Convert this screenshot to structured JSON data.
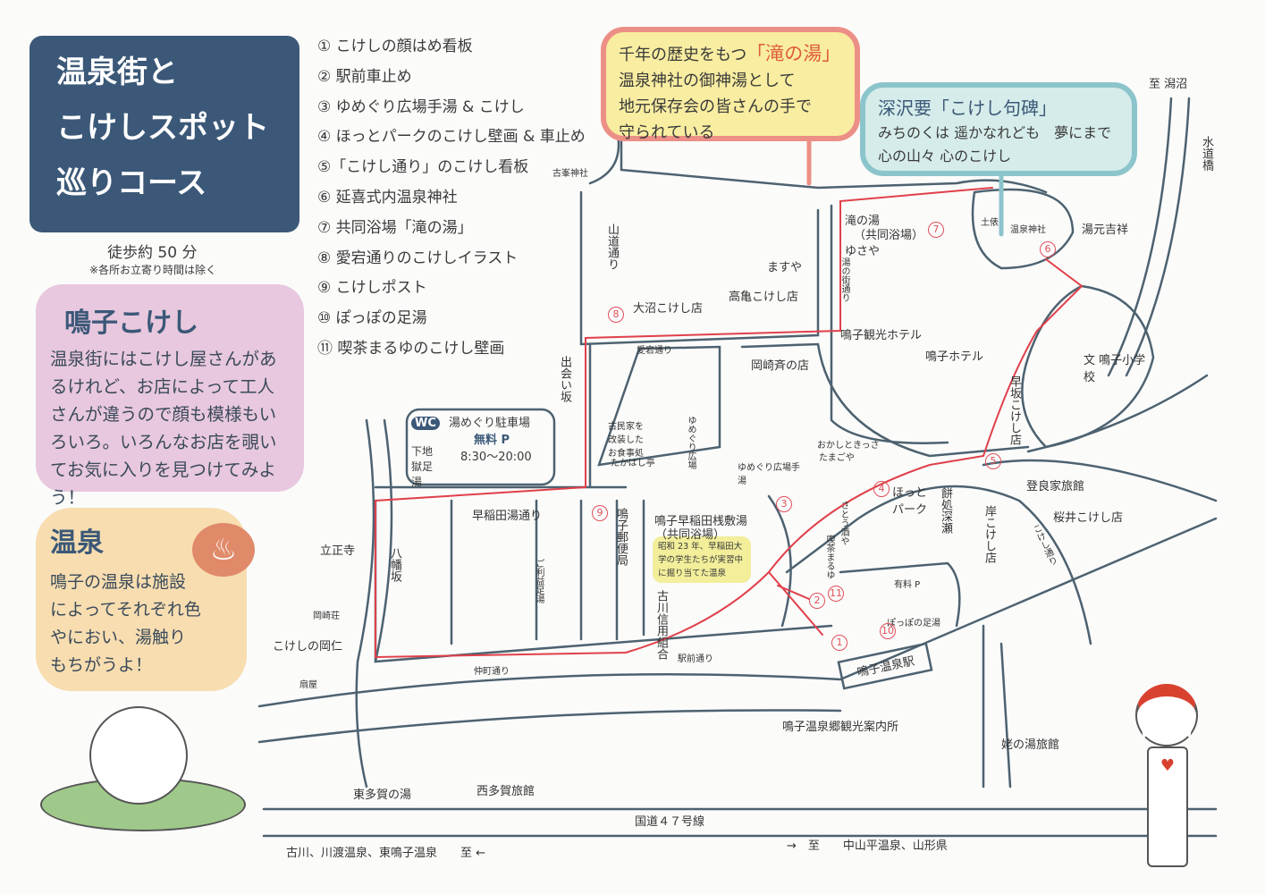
{
  "title": {
    "lines": [
      "温泉街と",
      "こけしスポット",
      "巡りコース"
    ],
    "walk": "徒歩約 50 分",
    "note": "※各所お立寄り時間は除く"
  },
  "kokeshi": {
    "heading": "鳴子こけし",
    "text": "温泉街にはこけし屋さんがあるけれど、お店によって工人さんが違うので顔も模様もいろいろ。いろんなお店を覗いてお気に入りを見つけてみよう！"
  },
  "onsen": {
    "heading": "温泉",
    "text": "鳴子の温泉は施設によってそれぞれ色やにおい、湯触りもちがうよ！"
  },
  "legend": [
    "① こけしの顔はめ看板",
    "② 駅前車止め",
    "③ ゆめぐり広場手湯 & こけし",
    "④ ほっとパークのこけし壁画 & 車止め",
    "⑤「こけし通り」のこけし看板",
    "⑥ 延喜式内温泉神社",
    "⑦ 共同浴場「滝の湯」",
    "⑧ 愛宕通りのこけしイラスト",
    "⑨ こけしポスト",
    "⑩ ぽっぽの足湯",
    "⑪ 喫茶まるゆのこけし壁画"
  ],
  "bubble_takinoyu": {
    "l1a": "千年の歴史をもつ",
    "l1b": "「滝の湯」",
    "l2": "温泉神社の御神湯として",
    "l3": "地元保存会の皆さんの手で",
    "l4": "守られている"
  },
  "bubble_kuhi": {
    "title": "深沢要「こけし句碑」",
    "l1": "みちのくは 遥かなれども　夢にまで",
    "l2": "心の山々 心のこけし"
  },
  "info_waseda": "昭和 23 年、早稲田大学の学生たちが実習中に掘り当てた温泉",
  "parking": {
    "wc": "WC",
    "name": "湯めぐり駐車場",
    "free": "無料 P",
    "hours": "8:30～20:00",
    "ashiyu": "下地獄足湯"
  },
  "labels": {
    "katanuma": "至 潟沼",
    "suidobashi": "水道橋",
    "komine": "古峯神社",
    "yamamichi": "山道通り",
    "takinoyu": "滝の湯",
    "kyodo": "（共同浴場）",
    "yusaya": "ゆさや",
    "masuya": "ますや",
    "takakame": "高亀こけし店",
    "yunomachi": "湯の街通り",
    "dohyo": "土俵",
    "onsenjinja": "温泉神社",
    "yumoto": "湯元吉祥",
    "onuma": "大沼こけし店",
    "kanko": "鳴子観光ホテル",
    "hotel": "鳴子ホテル",
    "school": "文 鳴子小学校",
    "hayasaka": "早坂こけし店",
    "atago": "愛宕通り",
    "deai": "出会い坂",
    "okazaki": "岡崎斉の店",
    "kominka": "古民家を改装したお食事処",
    "takahashi": "たかはし亭",
    "yumeguri": "ゆめぐり広場",
    "tamagoya1": "おかしときっさ",
    "tamagoya2": "たまごや",
    "teyu": "ゆめぐり広場手湯",
    "hotpark": "ほっとパーク",
    "mochi": "餅処深瀬",
    "kishi": "岸こけし店",
    "torake": "登良家旅館",
    "sakurai": "桜井こけし店",
    "kokeshidori": "こけし通り",
    "waseda_st": "早稲田湯通り",
    "post": "鳴子郵便局",
    "waseda": "鳴子早稲田桟敷湯",
    "waseda2": "（共同浴場）",
    "goriyaku": "ご利益足湯",
    "shinkumi": "古川信用組合",
    "sato": "さとう酒や",
    "maruyu": "喫茶まるゆ",
    "yuryo": "有料 P",
    "poppo": "ぽっぽの足湯",
    "station": "鳴子温泉駅",
    "annaijo": "鳴子温泉郷観光案内所",
    "risshoji": "立正寺",
    "hachiman": "八幡坂",
    "okazakiso": "岡崎荘",
    "okani": "こけしの岡仁",
    "ogiya": "扇屋",
    "nakamachi": "仲町通り",
    "ekimae": "駅前通り",
    "ubanoyu": "姥の湯旅館",
    "higashitaga": "東多賀の湯",
    "nishitaga": "西多賀旅館",
    "route47": "国道４７号線",
    "west": "古川、川渡温泉、東鳴子温泉　　至 ←",
    "east": "→　至　　中山平温泉、山形県"
  },
  "colors": {
    "road": "#4d6270",
    "route": "#e0404a",
    "title_bg": "#3b5878"
  }
}
